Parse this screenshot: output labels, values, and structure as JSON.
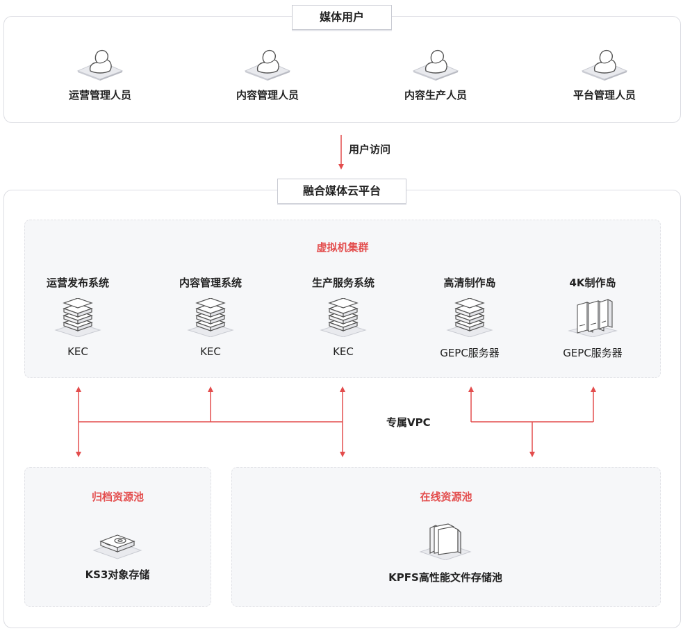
{
  "media_users": {
    "title": "媒体用户",
    "roles": [
      {
        "label": "运营管理人员",
        "icon": "user-icon"
      },
      {
        "label": "内容管理人员",
        "icon": "user-icon"
      },
      {
        "label": "内容生产人员",
        "icon": "user-icon"
      },
      {
        "label": "平台管理人员",
        "icon": "user-icon"
      }
    ]
  },
  "access": {
    "label": "用户访问"
  },
  "platform": {
    "title": "融合媒体云平台",
    "vm_cluster": {
      "title": "虚拟机集群",
      "systems": [
        {
          "name": "运营发布系统",
          "type": "KEC",
          "icon": "server-stack-icon"
        },
        {
          "name": "内容管理系统",
          "type": "KEC",
          "icon": "server-stack-icon"
        },
        {
          "name": "生产服务系统",
          "type": "KEC",
          "icon": "server-stack-icon"
        },
        {
          "name": "高清制作岛",
          "type": "GEPC服务器",
          "icon": "server-stack-icon"
        },
        {
          "name": "4K制作岛",
          "type": "GEPC服务器",
          "icon": "rack-server-icon"
        }
      ]
    },
    "vpc": {
      "label": "专属VPC"
    },
    "archive_pool": {
      "title": "归档资源池",
      "storage": {
        "label": "KS3对象存储",
        "icon": "disk-storage-icon"
      }
    },
    "online_pool": {
      "title": "在线资源池",
      "storage": {
        "label": "KPFS高性能文件存储池",
        "icon": "folder-storage-icon"
      }
    }
  },
  "colors": {
    "accent": "#e34d4d",
    "border": "#dcdde3",
    "zone_bg": "#f6f7f9"
  }
}
